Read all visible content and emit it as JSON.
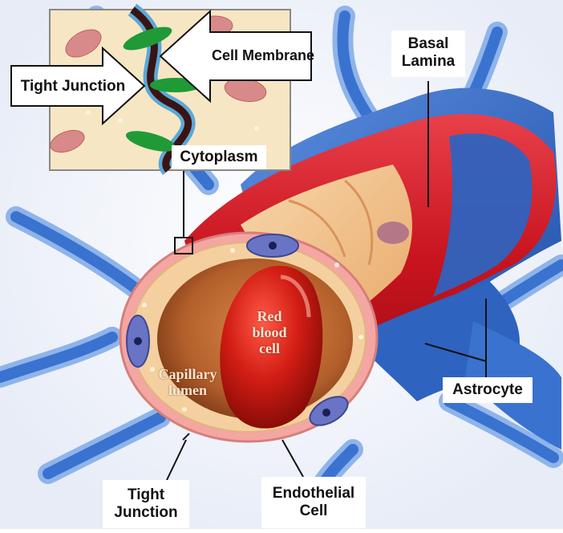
{
  "labels": {
    "cell_membrane": "Cell Membrane",
    "tight_junction_top": "Tight Junction",
    "cytoplasm": "Cytoplasm",
    "basal_lamina_1": "Basal",
    "basal_lamina_2": "Lamina",
    "astrocyte": "Astrocyte",
    "tight_junction_bottom_1": "Tight",
    "tight_junction_bottom_2": "Junction",
    "endothelial_1": "Endothelial",
    "endothelial_2": "Cell",
    "rbc_1": "Red",
    "rbc_2": "blood",
    "rbc_3": "cell",
    "lumen_1": "Capillary",
    "lumen_2": "lumen"
  },
  "colors": {
    "astrocyte_blue": "#2f67c4",
    "astrocyte_light": "#8fb4ea",
    "basal_lamina_red": "#d6242c",
    "endothelial_peach": "#f2c89a",
    "lumen_brown": "#b8622e",
    "rbc_red": "#c41a12",
    "inset_bg": "#f6e6c4",
    "junction_green": "#1f9a37"
  }
}
